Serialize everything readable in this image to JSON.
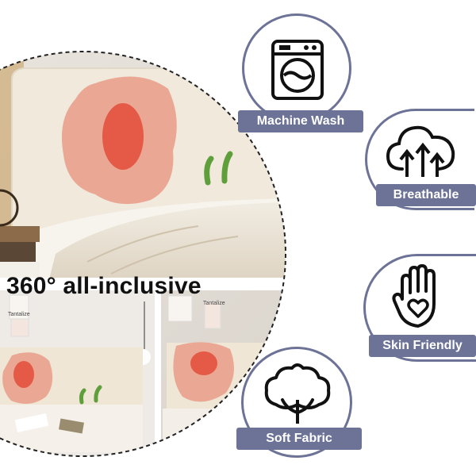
{
  "headline": "360° all-inclusive",
  "photo_text": {
    "poster_brand": "Tantalize"
  },
  "features": [
    {
      "label": "Machine Wash",
      "icon": "washing-machine-icon"
    },
    {
      "label": "Breathable",
      "icon": "cloud-arrows-icon"
    },
    {
      "label": "Skin Friendly",
      "icon": "hand-heart-icon"
    },
    {
      "label": "Soft Fabric",
      "icon": "cotton-flower-icon"
    }
  ],
  "colors": {
    "badge": "#6d7397",
    "ring": "#6d7397",
    "headboard_cream": "#efe6d6",
    "flower_pink": "#e9a792",
    "flower_red": "#e55a4a",
    "stem_green": "#5e9f3c"
  }
}
